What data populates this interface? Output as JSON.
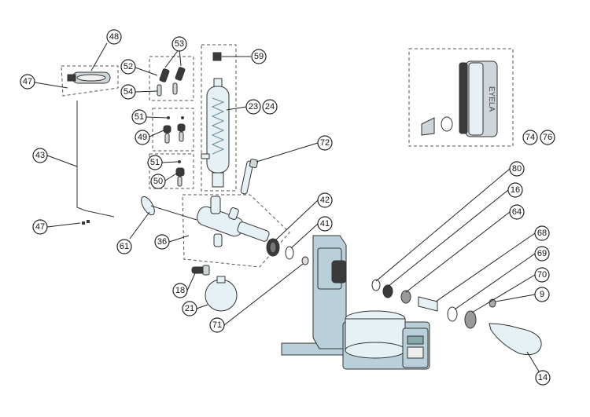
{
  "diagram": {
    "type": "exploded-parts-diagram",
    "labels": {
      "p48": "48",
      "p47a": "47",
      "p43": "43",
      "p47b": "47",
      "p52": "52",
      "p53": "53",
      "p54": "54",
      "p51a": "51",
      "p49": "49",
      "p51b": "51",
      "p50": "50",
      "p59": "59",
      "p23": "23",
      "p24": "24",
      "p72": "72",
      "p42": "42",
      "p41": "41",
      "p61": "61",
      "p36": "36",
      "p18": "18",
      "p21": "21",
      "p71": "71",
      "p80": "80",
      "p16": "16",
      "p64": "64",
      "p68": "68",
      "p69": "69",
      "p70": "70",
      "p9": "9",
      "p14": "14",
      "p74": "74",
      "p76": "76"
    },
    "panel_logo": "EYELA"
  }
}
